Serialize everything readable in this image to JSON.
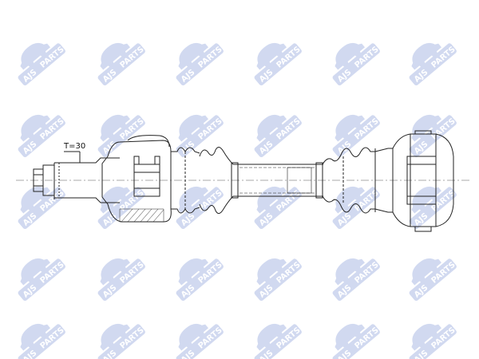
{
  "diagram": {
    "thread_label": "T=30"
  },
  "watermark": {
    "brand": "AJS",
    "sub": "PARTS",
    "icon": "car-logo-icon",
    "color": "#c9d3ee"
  }
}
